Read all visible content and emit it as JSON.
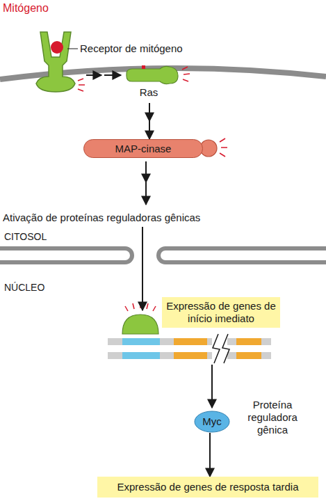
{
  "diagram": {
    "nodes": [
      {
        "text": [
          "Ras"
        ]
      },
      {
        "text": [
          "MAP-cinase"
        ]
      },
      {
        "text": [
          "Expressão de genes de início imediato"
        ]
      },
      {
        "text": [
          "Myc"
        ]
      },
      {
        "text": [
          "Expressão de genes de resposta tardia"
        ]
      }
    ],
    "edges": [
      {
        "from": 0,
        "to": 1,
        "arrow": "to"
      },
      {
        "from": 3,
        "to": 4,
        "arrow": "to"
      }
    ],
    "labels": [
      "Mitógeno",
      "Receptor de mitógeno",
      "Ativação de proteínas reguladoras gênicas",
      "CITOSOL",
      "NÚCLEO",
      "Proteína reguladora gênica"
    ]
  }
}
